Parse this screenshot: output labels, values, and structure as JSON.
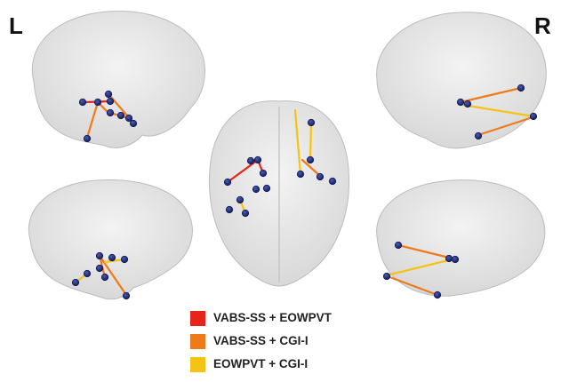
{
  "labels": {
    "left": "L",
    "right": "R"
  },
  "legend": [
    {
      "label": "VABS-SS + EOWPVT",
      "color": "#e8231c"
    },
    {
      "label": "VABS-SS + CGI-I",
      "color": "#ef7a1a"
    },
    {
      "label": "EOWPVT + CGI-I",
      "color": "#f5c313"
    }
  ],
  "colors": {
    "node": "#1c2a78",
    "brain_fill": "#e6e6e6",
    "brain_edge": "#b9b9b9"
  }
}
